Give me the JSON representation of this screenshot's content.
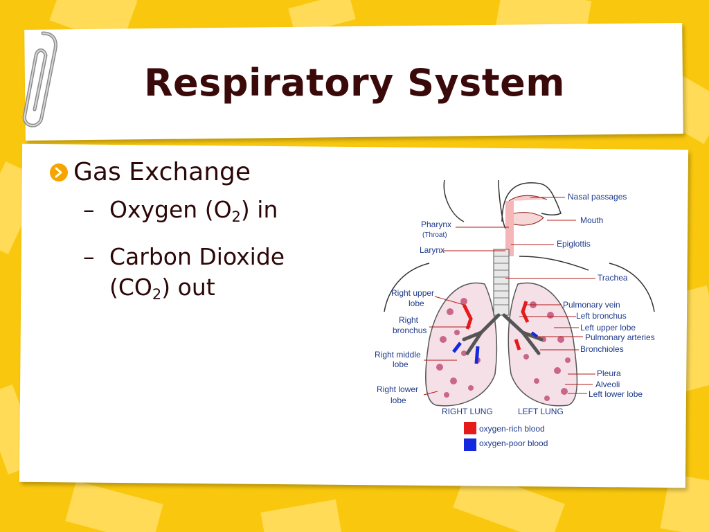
{
  "slide": {
    "title": "Respiratory System",
    "bullet": "Gas Exchange",
    "sub1": {
      "text_before": "Oxygen (O",
      "subscript": "2",
      "text_after": ") in"
    },
    "sub2": {
      "line1": "Carbon Dioxide",
      "text_before": "(CO",
      "subscript": "2",
      "text_after": ") out"
    }
  },
  "diagram": {
    "labels": {
      "nasal_passages": "Nasal passages",
      "mouth": "Mouth",
      "pharynx": "Pharynx",
      "throat": "(Throat)",
      "larynx": "Larynx",
      "epiglottis": "Epiglottis",
      "trachea": "Trachea",
      "right_upper_lobe_1": "Right upper",
      "right_upper_lobe_2": "lobe",
      "right_bronchus_1": "Right",
      "right_bronchus_2": "bronchus",
      "right_middle_lobe_1": "Right middle",
      "right_middle_lobe_2": "lobe",
      "right_lower_lobe_1": "Right lower",
      "right_lower_lobe_2": "lobe",
      "pulmonary_vein": "Pulmonary vein",
      "left_bronchus": "Left bronchus",
      "left_upper_lobe": "Left upper lobe",
      "pulmonary_arteries": "Pulmonary arteries",
      "bronchioles": "Bronchioles",
      "pleura": "Pleura",
      "alveoli": "Alveoli",
      "left_lower_lobe": "Left lower lobe",
      "right_lung": "RIGHT LUNG",
      "left_lung": "LEFT LUNG"
    },
    "legend": {
      "rich": {
        "label": "oxygen-rich blood",
        "color": "#E51B1B"
      },
      "poor": {
        "label": "oxygen-poor blood",
        "color": "#1428E0"
      }
    }
  },
  "colors": {
    "background": "#F9C80E",
    "title": "#3A0A0A",
    "bullet_icon": "#F5A400"
  }
}
